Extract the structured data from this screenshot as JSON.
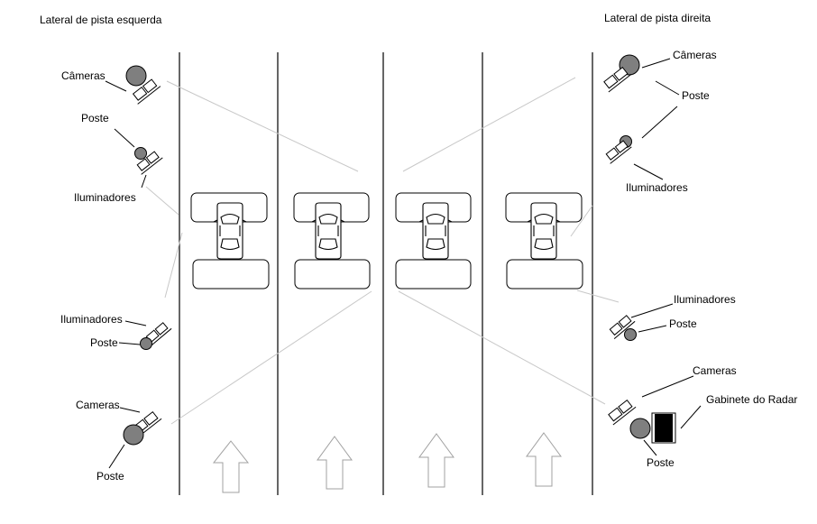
{
  "sides": {
    "left": {
      "title": "Lateral de pista esquerda",
      "top_group": {
        "cameras": "Câmeras",
        "poste": "Poste",
        "iluminadores": "Iluminadores"
      },
      "bottom_group": {
        "iluminadores": "Iluminadores",
        "poste_upper": "Poste",
        "cameras": "Cameras",
        "poste_lower": "Poste"
      }
    },
    "right": {
      "title": "Lateral de pista direita",
      "top_group": {
        "cameras": "Câmeras",
        "poste": "Poste",
        "iluminadores": "Iluminadores"
      },
      "bottom_group": {
        "iluminadores": "Iluminadores",
        "poste_upper": "Poste",
        "cameras": "Cameras",
        "radar": "Gabinete do Radar",
        "poste_lower": "Poste"
      }
    }
  },
  "lane_count": 4,
  "colors": {
    "line": "#000000",
    "beam": "#c8c8c8",
    "pole": "#7f7f7f",
    "radar": "#000000"
  }
}
